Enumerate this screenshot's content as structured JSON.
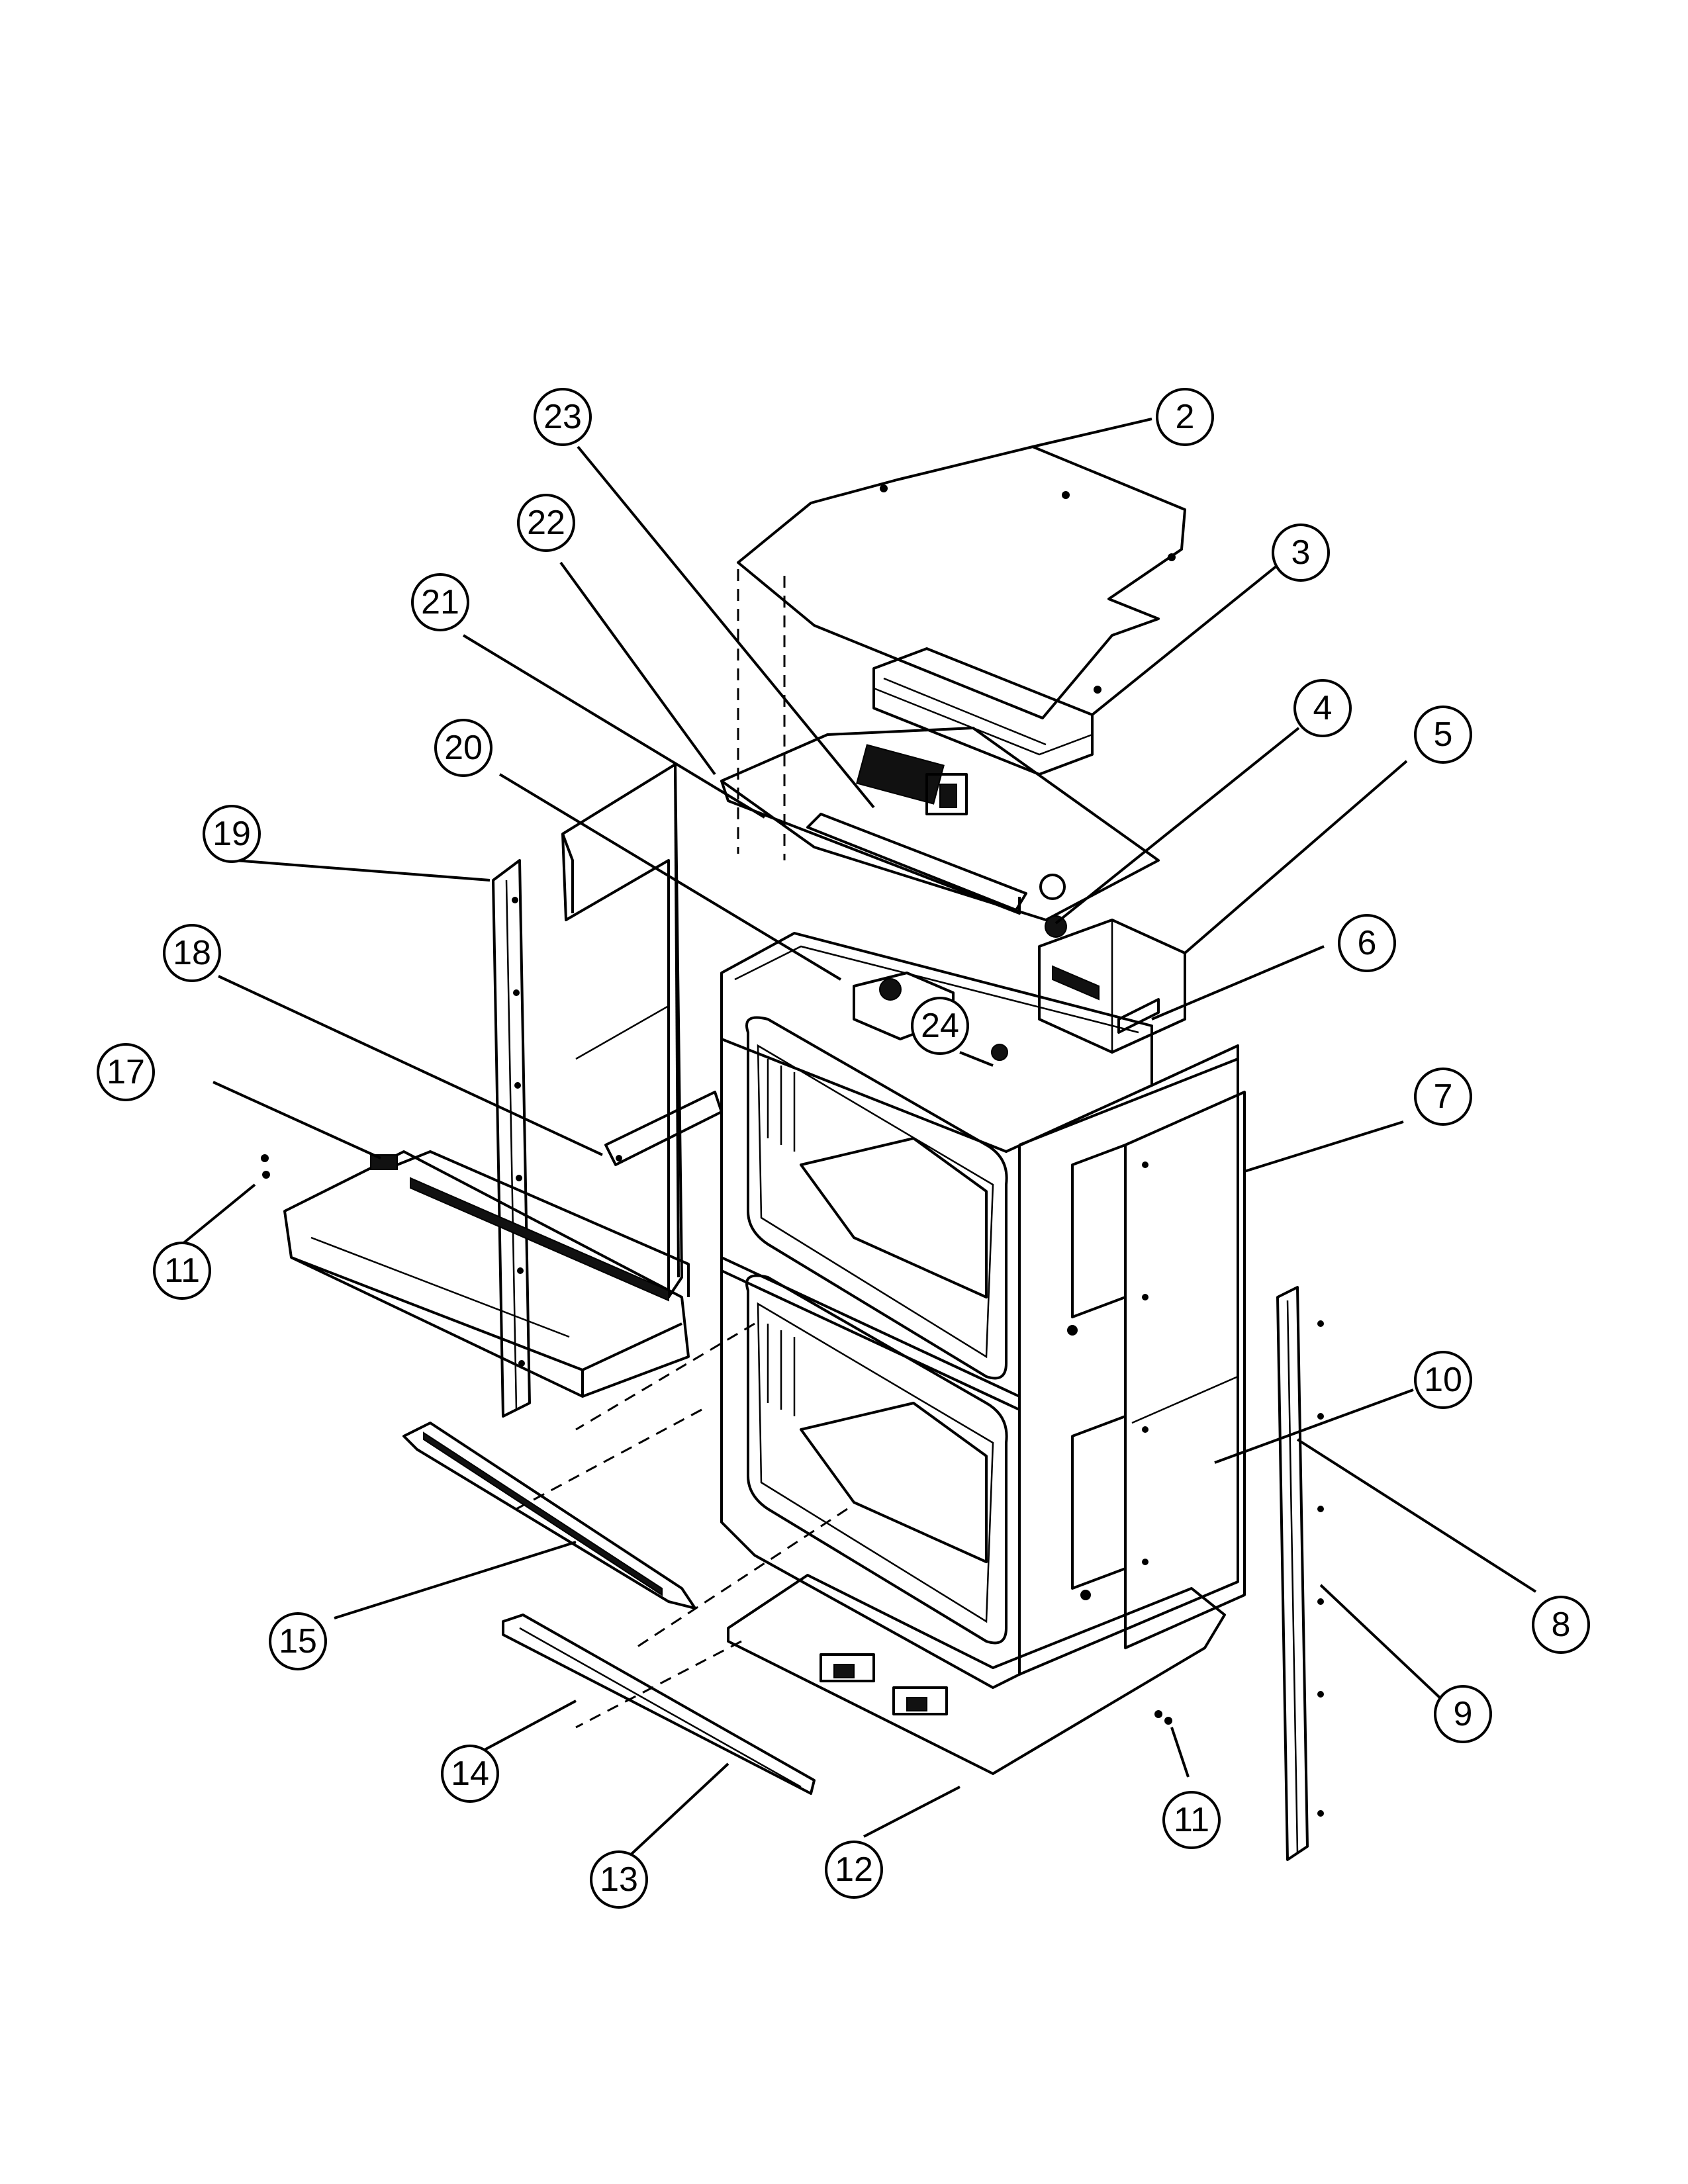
{
  "diagram": {
    "callouts": [
      {
        "id": "2",
        "label": "2"
      },
      {
        "id": "3",
        "label": "3"
      },
      {
        "id": "4",
        "label": "4"
      },
      {
        "id": "5",
        "label": "5"
      },
      {
        "id": "6",
        "label": "6"
      },
      {
        "id": "7",
        "label": "7"
      },
      {
        "id": "8",
        "label": "8"
      },
      {
        "id": "9",
        "label": "9"
      },
      {
        "id": "10",
        "label": "10"
      },
      {
        "id": "11a",
        "label": "11"
      },
      {
        "id": "11b",
        "label": "11"
      },
      {
        "id": "12",
        "label": "12"
      },
      {
        "id": "13",
        "label": "13"
      },
      {
        "id": "14",
        "label": "14"
      },
      {
        "id": "15",
        "label": "15"
      },
      {
        "id": "17",
        "label": "17"
      },
      {
        "id": "18",
        "label": "18"
      },
      {
        "id": "19",
        "label": "19"
      },
      {
        "id": "20",
        "label": "20"
      },
      {
        "id": "21",
        "label": "21"
      },
      {
        "id": "22",
        "label": "22"
      },
      {
        "id": "23",
        "label": "23"
      },
      {
        "id": "24",
        "label": "24"
      }
    ],
    "colors": {
      "ink": "#000000",
      "paper": "#ffffff"
    }
  }
}
